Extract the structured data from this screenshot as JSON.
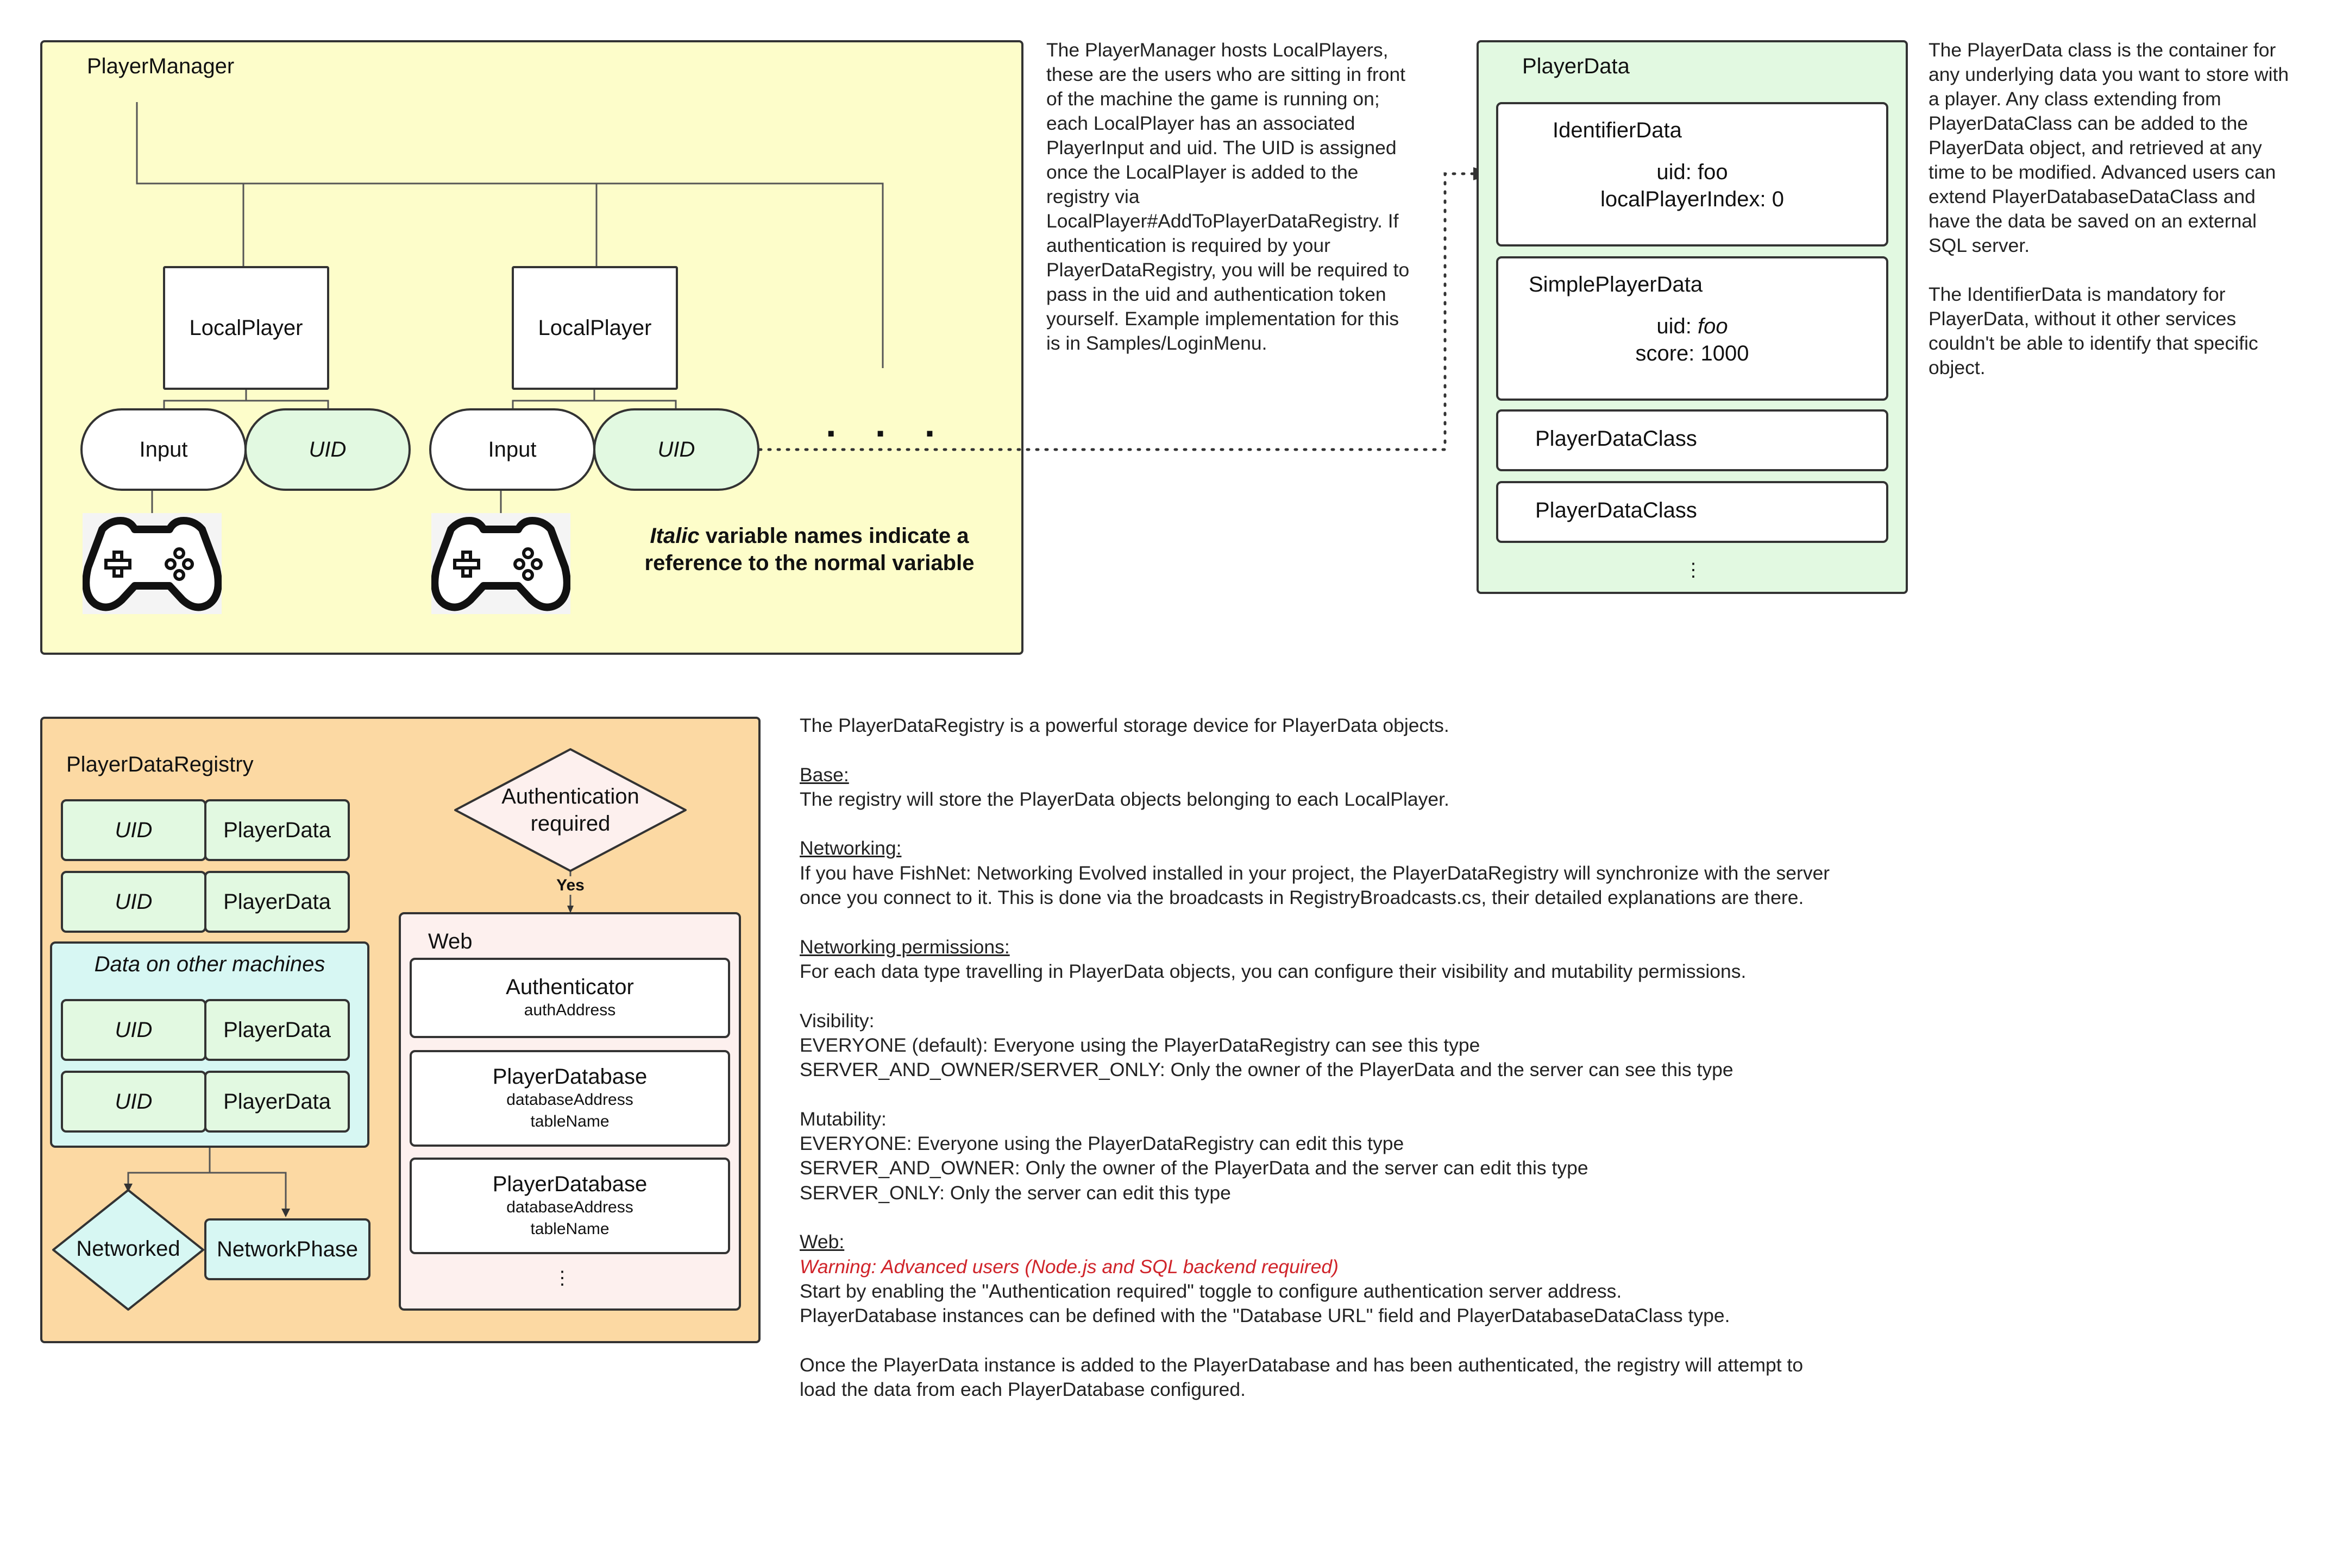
{
  "colors": {
    "yellow_panel": "#fdfdca",
    "green_panel": "#e2f9e1",
    "orange_panel": "#fcd9a3",
    "teal_panel": "#d7f7f3",
    "pink_panel": "#fdf0ee",
    "uid_fill": "#e2f9e1",
    "stroke": "#333333",
    "warning": "#d0242a"
  },
  "player_manager": {
    "title": "PlayerManager",
    "local_player_1": "LocalPlayer",
    "local_player_2": "LocalPlayer",
    "input_1": "Input",
    "uid_1": "UID",
    "input_2": "Input",
    "uid_2": "UID",
    "ellipsis": ". . .",
    "note_italic": "Italic",
    "note_rest": " variable names indicate a",
    "note_line2": "reference to the normal variable",
    "icon_1": "gamepad-icon",
    "icon_2": "gamepad-icon"
  },
  "player_manager_description": "The PlayerManager hosts LocalPlayers,\nthese are the users who are sitting in front\nof the machine the game is running on;\neach LocalPlayer has an associated\nPlayerInput and uid. The UID is assigned\nonce the LocalPlayer is added to the\nregistry via\nLocalPlayer#AddToPlayerDataRegistry. If\nauthentication is required by your\nPlayerDataRegistry, you will be required to\npass in the uid and authentication token\nyourself. Example implementation for this\nis in Samples/LoginMenu.",
  "player_data": {
    "title": "PlayerData",
    "identifier_title": "IdentifierData",
    "identifier_uid": "uid: foo",
    "identifier_index": "localPlayerIndex: 0",
    "simple_title": "SimplePlayerData",
    "simple_uid_label": "uid: ",
    "simple_uid_value": "foo",
    "simple_score": "score: 1000",
    "class_1": "PlayerDataClass",
    "class_2": "PlayerDataClass",
    "more": "⋮"
  },
  "player_data_description": "The PlayerData class is the container for\nany underlying data you want to store with\na player. Any class extending from\nPlayerDataClass can be added to the\nPlayerData object, and retrieved at any\ntime to be modified. Advanced users can\nextend PlayerDatabaseDataClass and\nhave the data be saved on an external\nSQL server.\n\nThe IdentifierData is mandatory for\nPlayerData, without it other services\ncouldn't be able to identify that specific\nobject.",
  "registry": {
    "title": "PlayerDataRegistry",
    "rows": [
      {
        "uid": "UID",
        "data": "PlayerData"
      },
      {
        "uid": "UID",
        "data": "PlayerData"
      }
    ],
    "other_title": "Data on other machines",
    "other_rows": [
      {
        "uid": "UID",
        "data": "PlayerData"
      },
      {
        "uid": "UID",
        "data": "PlayerData"
      }
    ],
    "networked": "Networked",
    "network_phase": "NetworkPhase",
    "auth_line1": "Authentication",
    "auth_line2": "required",
    "yes": "Yes",
    "web": {
      "title": "Web",
      "authenticator": "Authenticator",
      "auth_address": "authAddress",
      "db1": "PlayerDatabase",
      "db1_addr": "databaseAddress",
      "db1_table": "tableName",
      "db2": "PlayerDatabase",
      "db2_addr": "databaseAddress",
      "db2_table": "tableName",
      "more": "⋮"
    }
  },
  "registry_description": {
    "intro": "The PlayerDataRegistry is a powerful storage device for PlayerData objects.",
    "base_heading": "Base:",
    "base_text": "The registry will store the PlayerData objects belonging to each LocalPlayer.",
    "networking_heading": "Networking:",
    "networking_text_1": "If you have FishNet: Networking Evolved installed in your project, the PlayerDataRegistry will synchronize with the server",
    "networking_text_2": "once you connect to it. This is done via the broadcasts in RegistryBroadcasts.cs, their detailed explanations are there.",
    "permissions_heading": "Networking permissions:",
    "permissions_text": "For each data type travelling in PlayerData objects, you can configure their visibility and mutability permissions.",
    "visibility_heading": "Visibility:",
    "visibility_1": "EVERYONE (default): Everyone using the PlayerDataRegistry can see this type",
    "visibility_2": "SERVER_AND_OWNER/SERVER_ONLY: Only the owner of the PlayerData and the server can see this type",
    "mutability_heading": "Mutability:",
    "mutability_1": "EVERYONE: Everyone using the PlayerDataRegistry can edit this type",
    "mutability_2": "SERVER_AND_OWNER: Only the owner of the PlayerData and the server can edit this type",
    "mutability_3": "SERVER_ONLY: Only the server can edit this type",
    "web_heading": "Web:",
    "web_warning": "Warning: Advanced users (Node.js and SQL backend required)",
    "web_1": "Start by enabling the \"Authentication required\" toggle to configure authentication server address.",
    "web_2": "PlayerDatabase instances can be defined with the \"Database URL\" field and PlayerDatabaseDataClass type.",
    "final_1": "Once the PlayerData instance is added to the PlayerDatabase and has been authenticated, the registry will attempt to",
    "final_2": "load the data from each PlayerDatabase configured."
  }
}
